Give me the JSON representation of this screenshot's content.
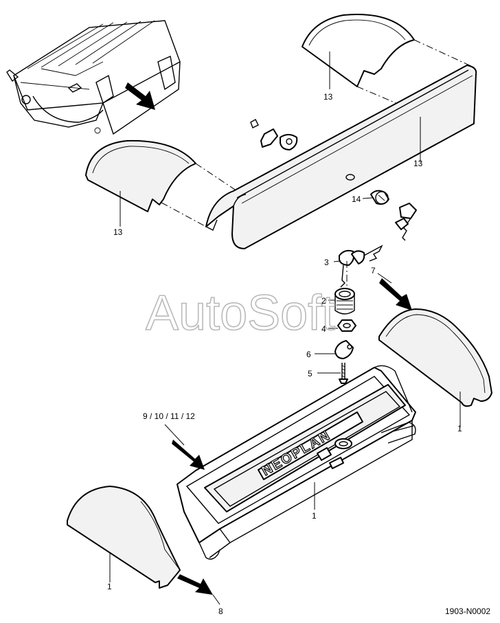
{
  "watermark": "AutoSoft",
  "drawing_code": "1903-N0002",
  "callouts": {
    "c13_top": "13",
    "c13_cover": "13",
    "c13_left": "13",
    "c14": "14",
    "c3": "3",
    "c2": "2",
    "c4": "4",
    "c6": "6",
    "c5": "5",
    "c7": "7",
    "c1_right": "1",
    "c9_12": "9 / 10 / 11 / 12",
    "c1_panel": "1",
    "c1_left": "1",
    "c8": "8"
  },
  "emblem": "NEOPLAN"
}
